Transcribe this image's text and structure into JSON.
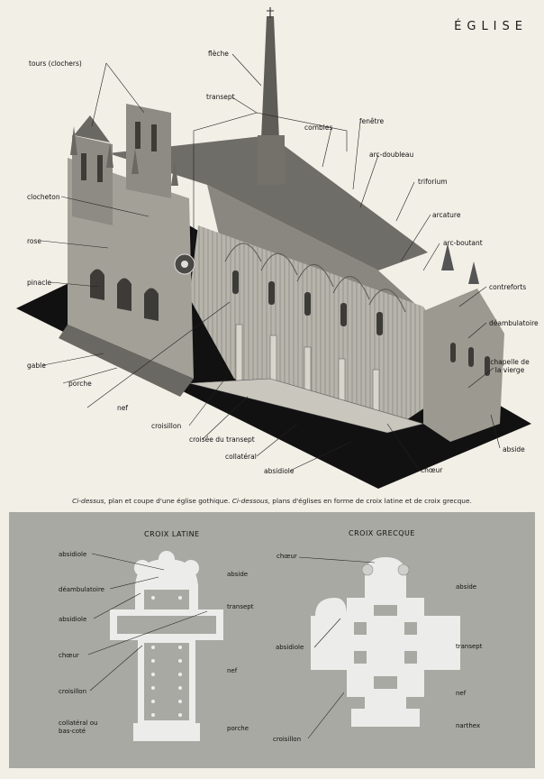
{
  "page": {
    "title": "ÉGLISE"
  },
  "cutaway": {
    "labels": {
      "tours": "tours (clochers)",
      "fleche": "flèche",
      "transept": "transept",
      "combles": "combles",
      "fenetre": "fenêtre",
      "arc_doubleau": "arc-doubleau",
      "triforium": "triforium",
      "clocheton": "clocheton",
      "arcature": "arcature",
      "arc_boutant": "arc-boutant",
      "rose": "rose",
      "pinacle": "pinacle",
      "contreforts": "contreforts",
      "deambulatoire": "déambulatoire",
      "chapelle_vierge": "chapelle de la vierge",
      "gable": "gable",
      "porche": "porche",
      "nef": "nef",
      "croisillon": "croisillon",
      "croisee": "croisée du transept",
      "collateral": "collatéral",
      "absidiole": "absidiole",
      "choeur": "chœur",
      "abside": "abside"
    }
  },
  "caption": {
    "lead1": "Ci-dessus,",
    "text1": " plan et coupe d'une église gothique. ",
    "lead2": "Ci-dessous,",
    "text2": " plans d'églises en forme de croix latine et de croix grecque."
  },
  "plans": {
    "latine": {
      "title": "CROIX LATINE",
      "absidiole": "absidiole",
      "deambulatoire": "déambulatoire",
      "absidiole2": "absidiole",
      "choeur": "chœur",
      "croisillon": "croisillon",
      "collateral": "collatéral ou bas-coté",
      "abside": "abside",
      "transept": "transept",
      "nef": "nef",
      "porche": "porche"
    },
    "grecque": {
      "title": "CROIX GRECQUE",
      "choeur": "chœur",
      "absidiole": "absidiole",
      "croisillon": "croisillon",
      "abside": "abside",
      "transept": "transept",
      "nef": "nef",
      "narthex": "narthex"
    }
  }
}
